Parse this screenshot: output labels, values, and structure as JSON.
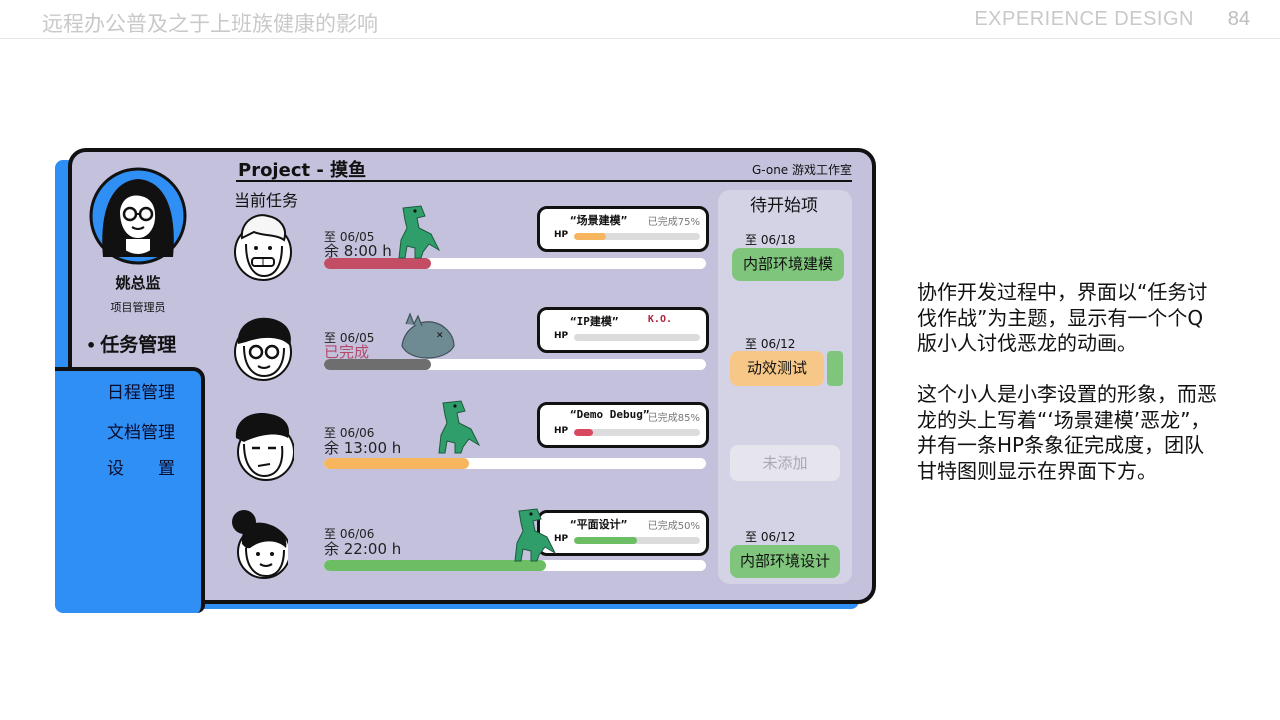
{
  "slide": {
    "title": "远程办公普及之于上班族健康的影响",
    "brand": "EXPERIENCE DESIGN",
    "page_number": "84"
  },
  "app": {
    "project_title": "Project - 摸鱼",
    "studio": "G-one 游戏工作室",
    "lead": {
      "name": "姚总监",
      "role": "项目管理员"
    },
    "nav": {
      "active_label": "任务管理",
      "items": [
        "日程管理",
        "文档管理",
        "设　　置"
      ]
    },
    "current_tasks_label": "当前任务",
    "tasks": [
      {
        "due": "至 06/05",
        "remaining": "余 8:00 h",
        "progress": 0.28,
        "hp_name": "“场景建模”",
        "hp_status": "已完成75%",
        "hp_left": 0.25
      },
      {
        "due": "至 06/05",
        "remaining": "已完成",
        "progress": 0.28,
        "hp_name": "“IP建模”",
        "hp_status": "K.O.",
        "hp_left": 0
      },
      {
        "due": "至 06/06",
        "remaining": "余 13:00 h",
        "progress": 0.38,
        "hp_name": "“Demo Debug”",
        "hp_status": "已完成85%",
        "hp_left": 0.15
      },
      {
        "due": "至 06/06",
        "remaining": "余 22:00 h",
        "progress": 0.58,
        "hp_name": "“平面设计”",
        "hp_status": "已完成50%",
        "hp_left": 0.5
      }
    ],
    "hp_label": "HP",
    "upcoming": {
      "title": "待开始项",
      "items": [
        {
          "date": "至 06/18",
          "label": "内部环境建模"
        },
        {
          "date": "至 06/12",
          "label": "动效测试"
        },
        {
          "date": "",
          "label": "未添加"
        },
        {
          "date": "至 06/12",
          "label": "内部环境设计"
        }
      ]
    },
    "colors": {
      "panel": "#c3c1dc",
      "accent_blue": "#2f8ff5",
      "bar_red": "#c24d64",
      "bar_gray": "#6e6e6e",
      "bar_orange": "#f7b65e",
      "bar_green": "#6dbd64",
      "hp_red": "#d9485f",
      "dino_green": "#2f9e6b",
      "dino_ko": "#6e8a93"
    }
  },
  "description": {
    "para1": [
      "协作开发过程中，界面以“任务讨",
      "伐作战”为主题，显示有一个个Q",
      "版小人讨伐恶龙的动画。"
    ],
    "para2": [
      "这个小人是小李设置的形象，而恶",
      "龙的头上写着“‘场景建模’恶龙”，",
      "并有一条HP条象征完成度，团队",
      "甘特图则显示在界面下方。"
    ]
  }
}
